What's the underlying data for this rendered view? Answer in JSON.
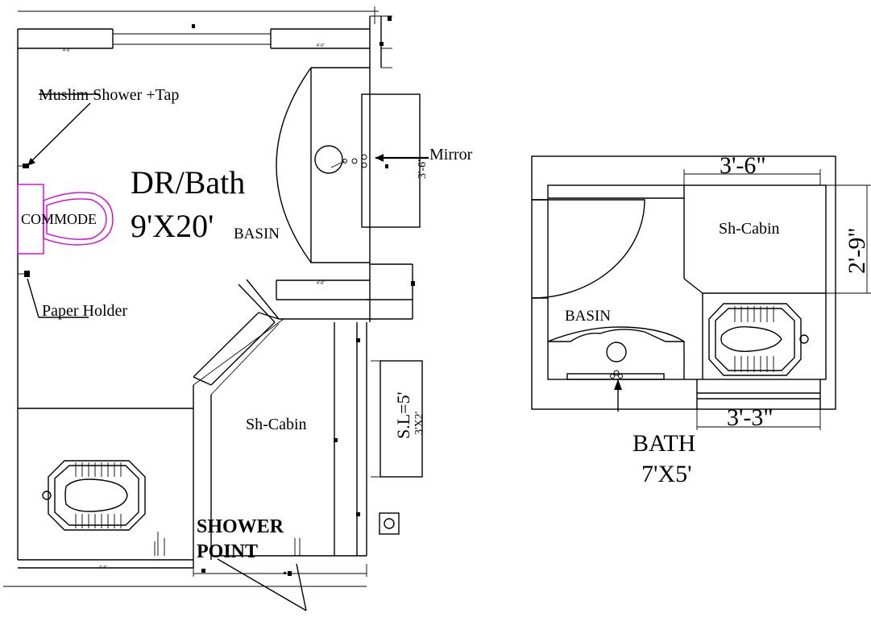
{
  "left_plan": {
    "room_name": "DR/Bath",
    "room_size": "9'X20'",
    "labels": {
      "muslim_shower": "Muslim Shower +Tap",
      "mirror": "Mirror",
      "commode": "COMMODE",
      "basin": "BASIN",
      "paper_holder": "Paper Holder",
      "sh_cabin": "Sh-Cabin",
      "mirror_dim": "3'-6\"",
      "sl": "S.L=5'",
      "window_dim": "3'X2'",
      "shower_point_line1": "SHOWER",
      "shower_point_line2": "POINT"
    }
  },
  "right_plan": {
    "title": "BATH",
    "size": "7'X5'",
    "labels": {
      "sh_cabin": "Sh-Cabin",
      "basin": "BASIN",
      "dim_top": "3'-6\"",
      "dim_right": "2'-9\"",
      "dim_bottom": "3'-3\""
    }
  },
  "colors": {
    "lines": "#000000",
    "commode": "#d400d4",
    "background": "#ffffff"
  }
}
